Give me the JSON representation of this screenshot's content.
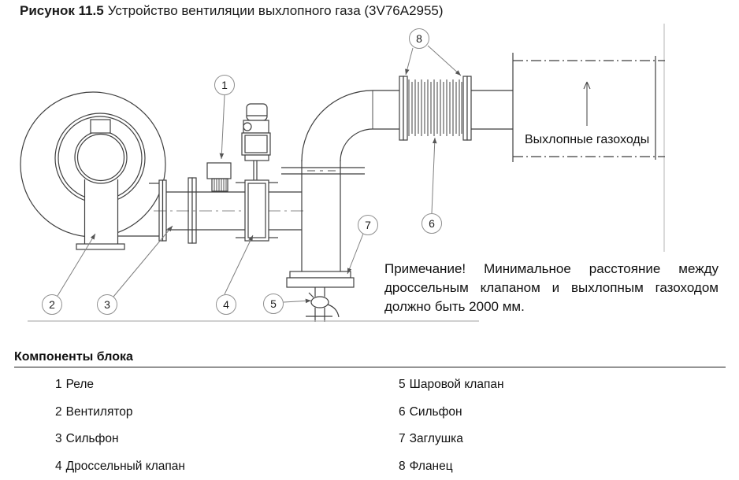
{
  "page": {
    "title_prefix": "Рисунок 11.5",
    "title_text": "Устройство вентиляции выхлопного газа (3V76A2955)"
  },
  "diagram": {
    "duct_label": "Выхлопные газоходы",
    "callouts": [
      {
        "label": "1"
      },
      {
        "label": "2"
      },
      {
        "label": "3"
      },
      {
        "label": "4"
      },
      {
        "label": "5"
      },
      {
        "label": "6"
      },
      {
        "label": "7"
      },
      {
        "label": "8"
      }
    ]
  },
  "note": {
    "text": "Примечание! Минимальное расстояние между дроссельным клапаном и выхлопным газоходом должно быть 2000 мм."
  },
  "components": {
    "heading": "Компоненты блока",
    "items": [
      {
        "num": "1",
        "label": "Реле"
      },
      {
        "num": "2",
        "label": "Вентилятор"
      },
      {
        "num": "3",
        "label": "Сильфон"
      },
      {
        "num": "4",
        "label": "Дроссельный клапан"
      },
      {
        "num": "5",
        "label": "Шаровой клапан"
      },
      {
        "num": "6",
        "label": "Сильфон"
      },
      {
        "num": "7",
        "label": "Заглушка"
      },
      {
        "num": "8",
        "label": "Фланец"
      }
    ]
  },
  "colors": {
    "line": "#3f3f3f",
    "callout": "#8f8f8f",
    "baseline": "#b5b5b5",
    "page_edge": "#c6c6c6"
  }
}
